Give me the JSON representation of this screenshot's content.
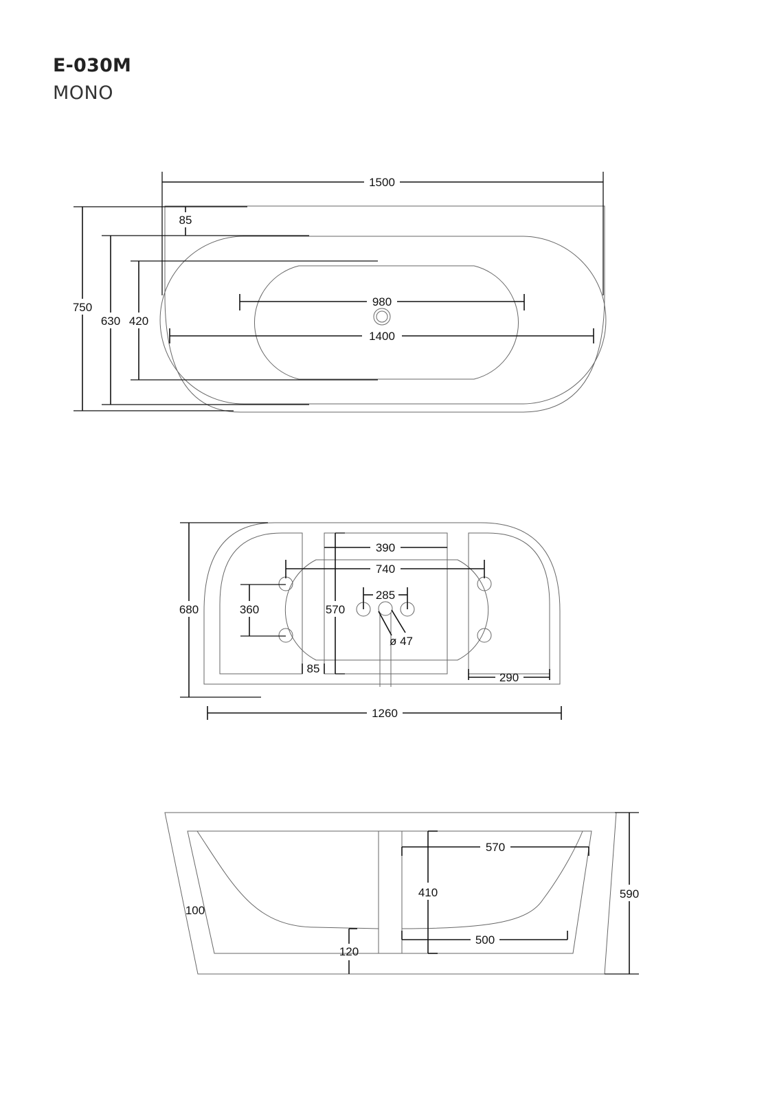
{
  "header": {
    "model": "E-030M",
    "name": "MONO"
  },
  "top_view": {
    "overall_length": "1500",
    "rim_width": "85",
    "overall_width": "750",
    "outer_basin_width": "630",
    "inner_basin_width": "420",
    "inner_basin_length": "980",
    "outer_basin_length": "1400"
  },
  "base_view": {
    "height": "680",
    "foot_spacing": "360",
    "center_panel_height": "570",
    "gap": "85",
    "center_panel_width": "390",
    "foot_span": "740",
    "drain_spacing": "285",
    "drain_diameter": "ø 47",
    "right_panel_width": "290",
    "overall_length": "1260"
  },
  "side_view": {
    "wall": "100",
    "bottom_thickness": "120",
    "depth": "410",
    "top_length": "570",
    "bottom_length": "500",
    "overall_height": "590"
  }
}
